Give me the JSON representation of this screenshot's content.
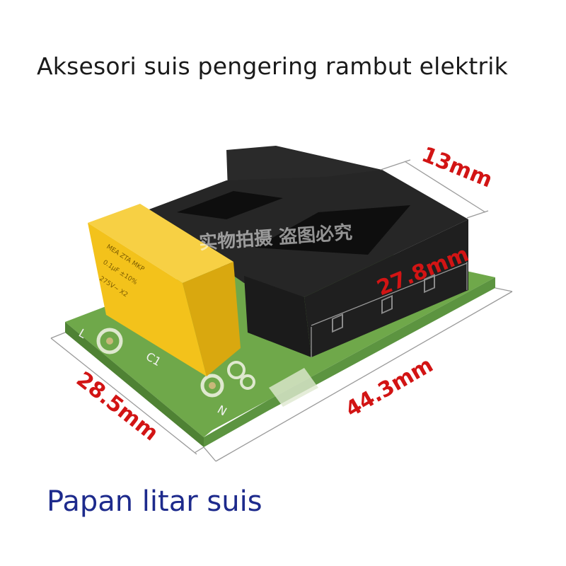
{
  "title": "Aksesori suis pengering rambut elektrik",
  "subtitle": "Papan litar suis",
  "dimensions": {
    "width": "28.5mm",
    "length": "44.3mm",
    "switch_length": "27.8mm",
    "height": "13mm"
  },
  "watermark": "实物拍摄 盗图必究",
  "pcb_labels": {
    "l": "L",
    "n": "N",
    "c1": "C1"
  },
  "colors": {
    "pcb": "#6fa84a",
    "capacitor": "#f3c21b",
    "switch_body": "#1a1a1a",
    "dimension_text": "#d21414",
    "subtitle_text": "#1d2a8c"
  }
}
